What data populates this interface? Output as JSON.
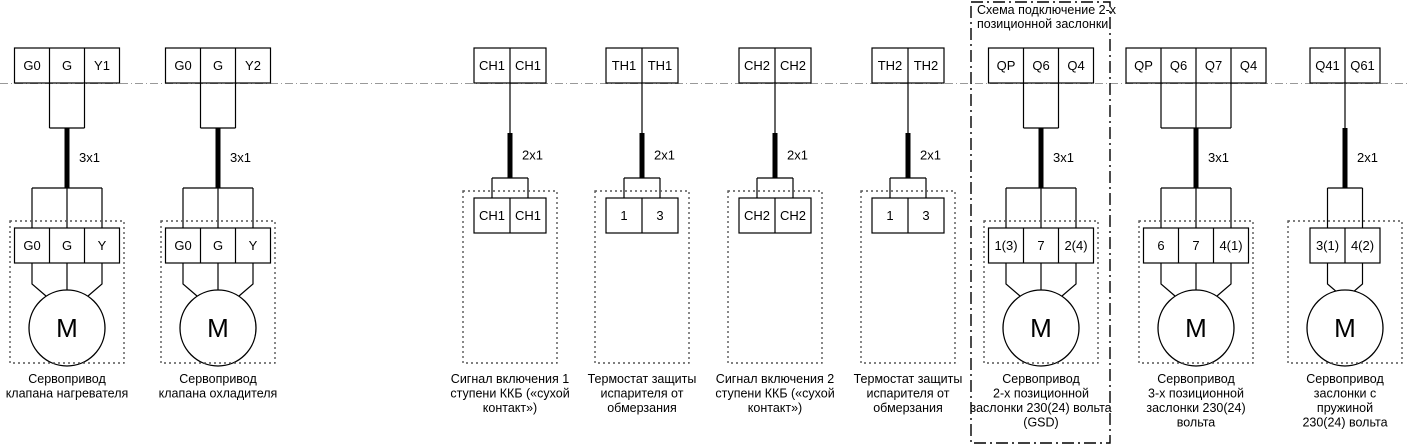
{
  "diagram": {
    "title_note": {
      "line1": "Схема подключение 2-х",
      "line2": "позиционной заслонки."
    },
    "center_rule_color": "#999999",
    "blocks": [
      {
        "id": "heater-valve-actuator",
        "top_terminals": [
          "G0",
          "G",
          "Y1"
        ],
        "bottom_terminals": [
          "G0",
          "G",
          "Y"
        ],
        "cable": "3x1",
        "has_motor": true,
        "caption": [
          "Сервопривод",
          "клапана нагревателя"
        ]
      },
      {
        "id": "cooler-valve-actuator",
        "top_terminals": [
          "G0",
          "G",
          "Y2"
        ],
        "bottom_terminals": [
          "G0",
          "G",
          "Y"
        ],
        "cable": "3x1",
        "has_motor": true,
        "caption": [
          "Сервопривод",
          "клапана охладителя"
        ]
      },
      {
        "id": "ckb-stage-1-signal",
        "top_terminals": [
          "CH1",
          "CH1"
        ],
        "bottom_terminals": [
          "CH1",
          "CH1"
        ],
        "cable": "2x1",
        "has_motor": false,
        "caption": [
          "Сигнал включения 1",
          "ступени ККБ («сухой",
          "контакт»)"
        ]
      },
      {
        "id": "evaporator-frost-thermostat-1",
        "top_terminals": [
          "TH1",
          "TH1"
        ],
        "bottom_terminals": [
          "1",
          "3"
        ],
        "cable": "2x1",
        "has_motor": false,
        "caption": [
          "Термостат защиты",
          "испарителя от",
          "обмерзания"
        ]
      },
      {
        "id": "ckb-stage-2-signal",
        "top_terminals": [
          "CH2",
          "CH2"
        ],
        "bottom_terminals": [
          "CH2",
          "CH2"
        ],
        "cable": "2x1",
        "has_motor": false,
        "caption": [
          "Сигнал включения 2",
          "ступени ККБ («сухой",
          "контакт»)"
        ]
      },
      {
        "id": "evaporator-frost-thermostat-2",
        "top_terminals": [
          "TH2",
          "TH2"
        ],
        "bottom_terminals": [
          "1",
          "3"
        ],
        "cable": "2x1",
        "has_motor": false,
        "caption": [
          "Термостат защиты",
          "испарителя от",
          "обмерзания"
        ]
      },
      {
        "id": "two-position-damper-actuator",
        "top_terminals": [
          "QP",
          "Q6",
          "Q4"
        ],
        "bottom_terminals": [
          "1(3)",
          "7",
          "2(4)"
        ],
        "cable": "3x1",
        "has_motor": true,
        "caption": [
          "Сервопривод",
          "2-х позиционной",
          "заслонки 230(24) вольта",
          "(GSD)"
        ]
      },
      {
        "id": "three-position-damper-actuator",
        "top_terminals": [
          "QP",
          "Q6",
          "Q7",
          "Q4"
        ],
        "bottom_terminals": [
          "6",
          "7",
          "4(1)"
        ],
        "cable": "3x1",
        "has_motor": true,
        "caption": [
          "Сервопривод",
          "3-х позиционной",
          "заслонки 230(24)",
          "вольта"
        ]
      },
      {
        "id": "spring-return-damper-actuator",
        "top_terminals": [
          "Q41",
          "Q61"
        ],
        "bottom_terminals": [
          "3(1)",
          "4(2)"
        ],
        "cable": "2x1",
        "has_motor": true,
        "caption": [
          "Сервопривод",
          "заслонки с",
          "пружиной",
          "230(24) вольта"
        ]
      }
    ]
  }
}
